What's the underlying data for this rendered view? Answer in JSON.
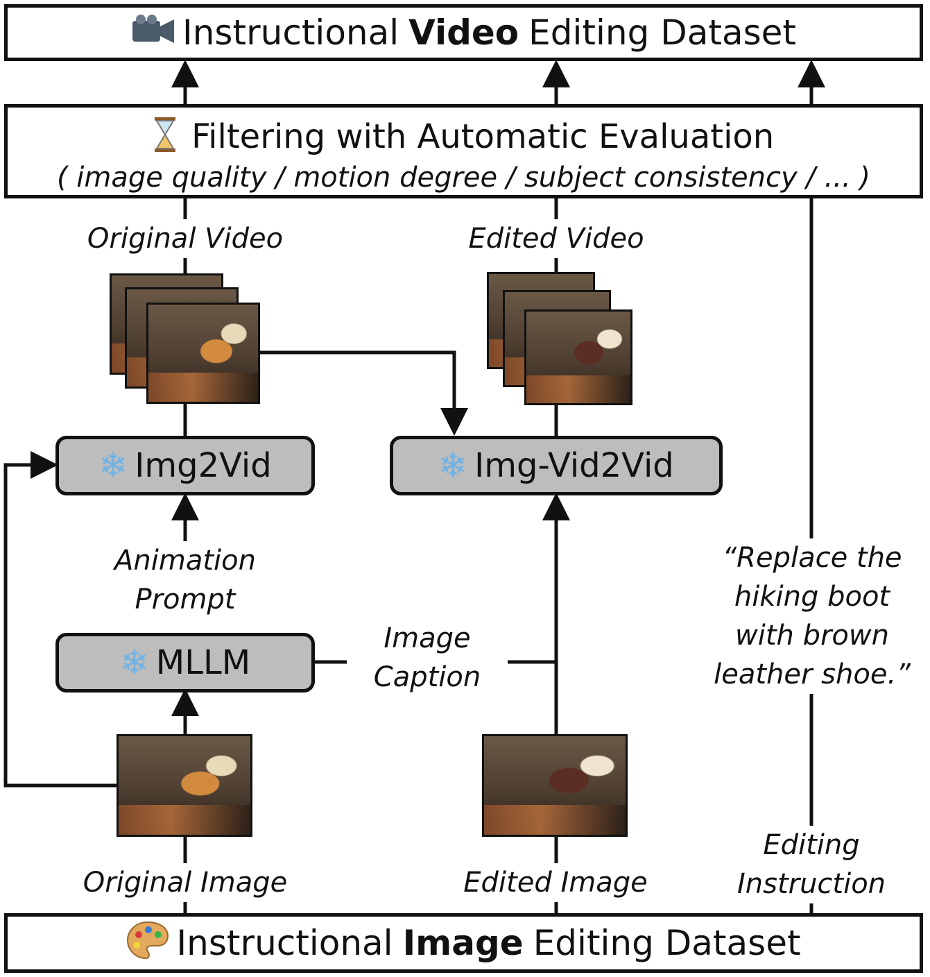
{
  "top_box": {
    "pre": "Instructional",
    "bold": "Video",
    "post": "Editing Dataset",
    "icon": "video-camera-icon"
  },
  "filter_box": {
    "title": "Filtering with Automatic Evaluation",
    "subtitle": "( image quality / motion degree / subject consistency / ... )",
    "icon": "hourglass-icon"
  },
  "labels": {
    "original_video": "Original Video",
    "edited_video": "Edited Video",
    "animation_prompt_line1": "Animation",
    "animation_prompt_line2": "Prompt",
    "image_caption_line1": "Image",
    "image_caption_line2": "Caption",
    "original_image": "Original Image",
    "edited_image": "Edited Image",
    "editing_instruction_line1": "Editing",
    "editing_instruction_line2": "Instruction"
  },
  "quote": {
    "line1": "“Replace the",
    "line2": "hiking boot",
    "line3": "with brown",
    "line4": "leather shoe.”"
  },
  "models": {
    "img2vid": "Img2Vid",
    "img_vid2vid": "Img-Vid2Vid",
    "mllm": "MLLM",
    "icon": "snowflake-icon"
  },
  "bottom_box": {
    "pre": "Instructional",
    "bold": "Image",
    "post": "Editing Dataset",
    "icon": "palette-icon"
  }
}
